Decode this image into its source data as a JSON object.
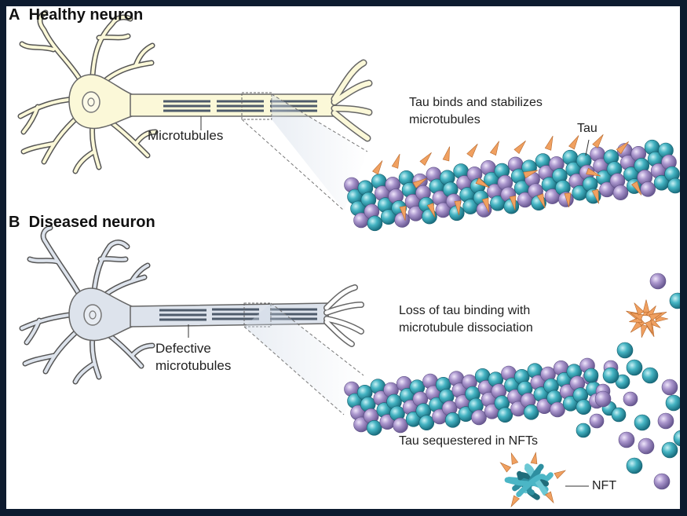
{
  "panel_a": {
    "letter": "A",
    "title": "Healthy neuron",
    "microtubules_label": "Microtubules",
    "tau_binds_line1": "Tau binds and stabilizes",
    "tau_binds_line2": "microtubules",
    "tau_label": "Tau"
  },
  "panel_b": {
    "letter": "B",
    "title": "Diseased neuron",
    "defective_line1": "Defective",
    "defective_line2": "microtubules",
    "loss_line1": "Loss of tau binding with",
    "loss_line2": "microtubule dissociation",
    "sequestered_label": "Tau sequestered in NFTs",
    "nft_label": "NFT"
  },
  "colors": {
    "background": "#0d1b2f",
    "healthy_neuron_fill": "#fbf8d8",
    "diseased_neuron_fill": "#dde3ec",
    "tubulin_teal": "#3aa9b8",
    "tubulin_purple": "#a58fc8",
    "tau_orange": "#f0a060"
  }
}
